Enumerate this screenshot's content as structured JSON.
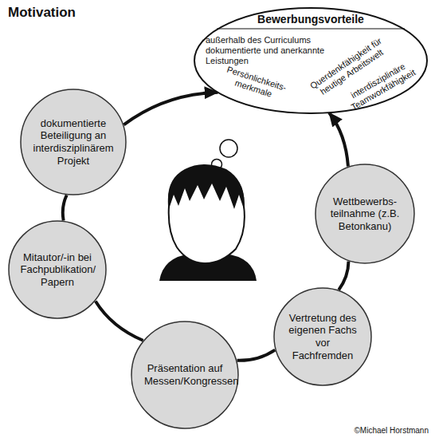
{
  "diagram": {
    "title": "Motivation",
    "nodes": [
      {
        "text": [
          "Bewerbungsvorteile",
          "außerhalb des Curriculums dokumentierte und anerkannte Leistungen",
          "Persönlichkeits- merkmale",
          "Querdenkfähigkeit für heutige Arbeitswelt",
          "interdisziplinäre Teamworkfähigkeit"
        ]
      },
      {
        "text": [
          "dokumentierte Beteiligung an interdisziplinärem Projekt"
        ]
      },
      {
        "text": [
          "Wettbewerbs- teilnahme (z.B. Betonkanu)"
        ]
      },
      {
        "text": [
          "Mitautor/-in bei Fachpublikation/ Papern"
        ]
      },
      {
        "text": [
          "Vertretung des eigenen Fachs vor Fachfremden"
        ]
      },
      {
        "text": [
          "Präsentation auf Messen/Kongressen"
        ]
      }
    ],
    "edges": [
      {
        "from": 1,
        "to": 0,
        "arrow": "to"
      },
      {
        "from": 2,
        "to": 0,
        "arrow": "to"
      },
      {
        "from": 4,
        "to": 2,
        "arrow": "none"
      },
      {
        "from": 5,
        "to": 4,
        "arrow": "none"
      },
      {
        "from": 3,
        "to": 5,
        "arrow": "none"
      },
      {
        "from": 1,
        "to": 3,
        "arrow": "none"
      }
    ],
    "labels": [
      "©Michael Horstmann"
    ]
  }
}
